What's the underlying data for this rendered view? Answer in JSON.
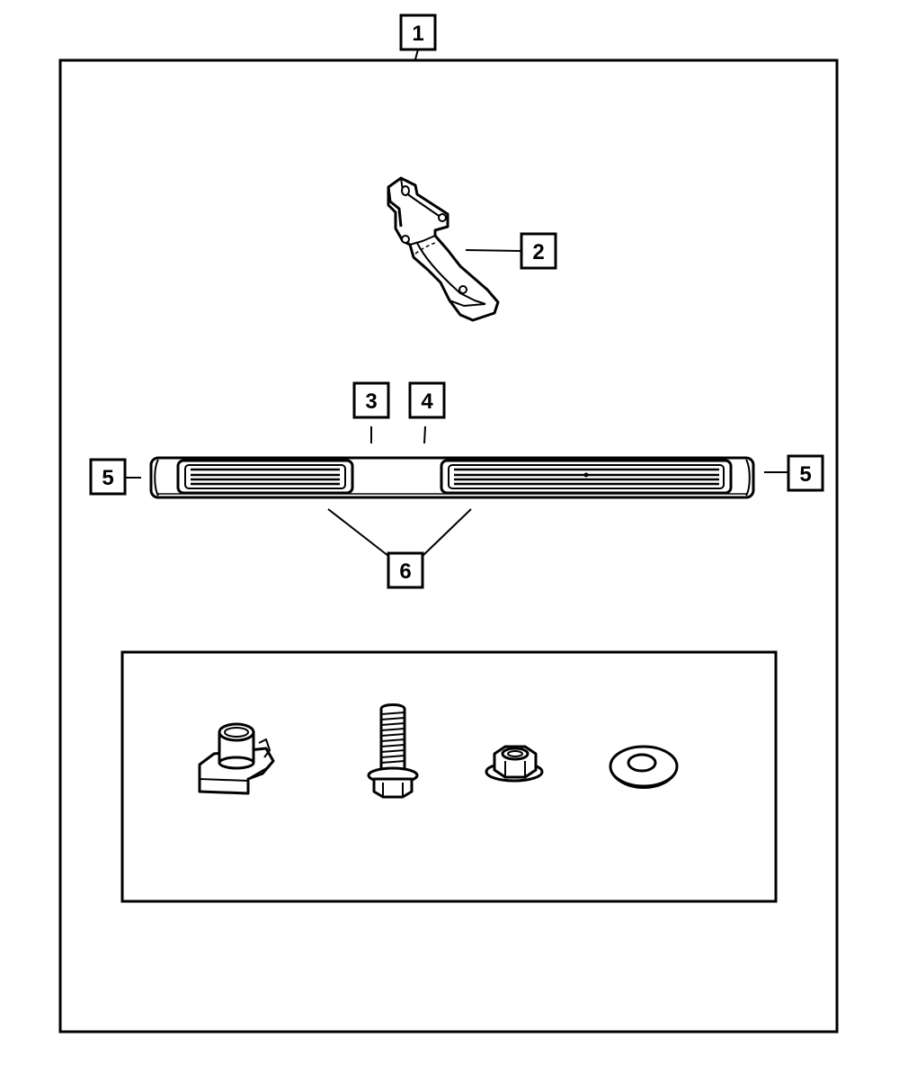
{
  "colors": {
    "line": "#000000",
    "background": "#ffffff",
    "part_fill": "#ffffff"
  },
  "callouts": {
    "kit": "1",
    "bracket": "2",
    "step_left": "3",
    "step_right": "4",
    "end_cap_left": "5",
    "end_cap_right": "5",
    "step_pad": "6"
  },
  "hardware": [
    "u-nut-icon",
    "bolt-icon",
    "flange-nut-icon",
    "washer-icon"
  ]
}
